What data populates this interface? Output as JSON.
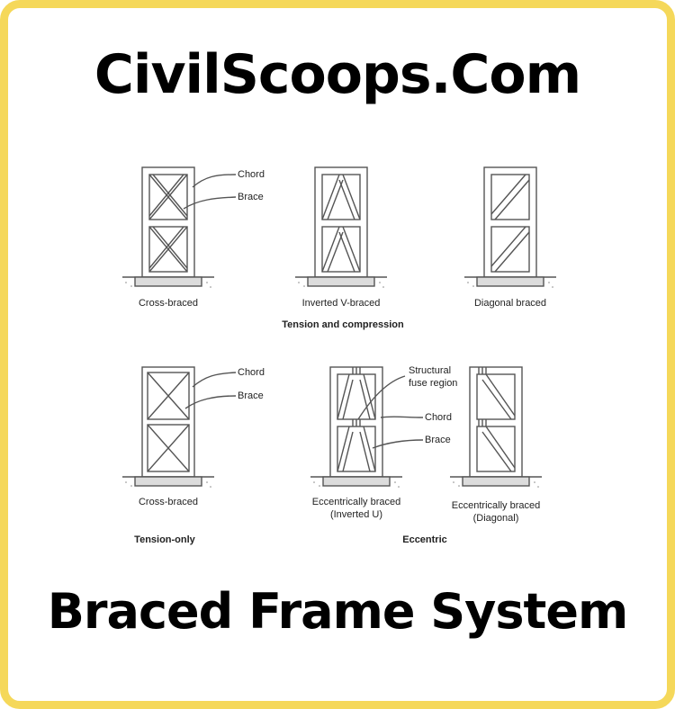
{
  "header": {
    "site_name": "CivilScoops.Com"
  },
  "footer": {
    "title": "Braced Frame System"
  },
  "diagram": {
    "frames": {
      "cross_braced_tc": {
        "caption": "Cross-braced",
        "callouts": [
          "Chord",
          "Brace"
        ]
      },
      "inverted_v": {
        "caption": "Inverted V-braced"
      },
      "diagonal": {
        "caption": "Diagonal braced"
      },
      "cross_braced_t": {
        "caption": "Cross-braced",
        "callouts": [
          "Chord",
          "Brace"
        ]
      },
      "eccentric_u": {
        "caption_line1": "Eccentrically braced",
        "caption_line2": "(Inverted U)",
        "callouts": [
          "Structural",
          "fuse region",
          "Chord",
          "Brace"
        ]
      },
      "eccentric_diag": {
        "caption_line1": "Eccentrically braced",
        "caption_line2": "(Diagonal)"
      }
    },
    "groups": {
      "tension_compression": "Tension and compression",
      "tension_only": "Tension-only",
      "eccentric": "Eccentric"
    }
  },
  "colors": {
    "border": "#f5d85a",
    "line": "#555555",
    "ground": "#dcdcdc"
  }
}
